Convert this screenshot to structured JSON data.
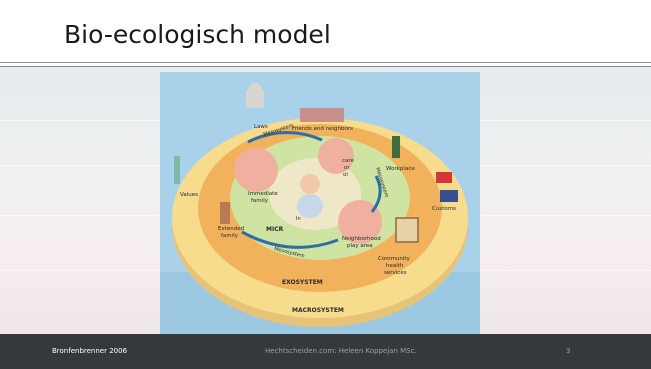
{
  "slide": {
    "title": "Bio-ecologisch model"
  },
  "diagram": {
    "systems": {
      "macrosystem": "MACROSYSTEM",
      "exosystem": "EXOSYSTEM",
      "microsystem": "MICR"
    },
    "labels": {
      "laws": "Laws",
      "friends_neighbors": "Friends and neighbors",
      "workplace": "Workplace",
      "customs": "Customs",
      "values": "Values",
      "immediate_family_1": "Immediate",
      "immediate_family_2": "family",
      "extended_family_1": "Extended",
      "extended_family_2": "family",
      "neighborhood_1": "Neighborhood",
      "neighborhood_2": "play area",
      "community_1": "Community",
      "community_2": "health",
      "community_3": "services",
      "daycare_1": "care",
      "daycare_2": "or",
      "daycare_3": "ol",
      "in": "In",
      "mesosystem_top": "Mesosystem",
      "mesosystem_right": "Mesosystem",
      "mesosystem_bottom": "Mesosystem"
    },
    "colors": {
      "sky": "#a9d2ea",
      "macro_ring": "#f7dc8e",
      "exo_ring": "#f1b25b",
      "micro_ring": "#cfe3a2",
      "center": "#efe8c8",
      "setting": "#f0b0a0",
      "arrow": "#2e6ea8"
    }
  },
  "footer": {
    "left": "Bronfenbrenner 2006",
    "center": "Hechtscheiden.com: Heleen Koppejan MSc.",
    "page_number": "3"
  }
}
